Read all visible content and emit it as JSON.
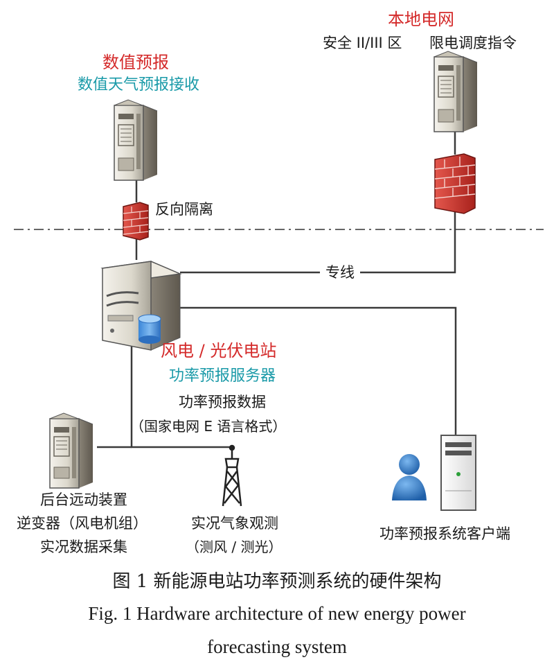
{
  "nodes": {
    "nwp": {
      "title": "数值预报",
      "subtitle": "数值天气预报接收"
    },
    "grid": {
      "title": "本地电网",
      "zone": "安全 II/III 区",
      "instruction": "限电调度指令"
    },
    "isolation": {
      "label": "反向隔离"
    },
    "dedicated_line": {
      "label": "专线"
    },
    "station": {
      "title": "风电 / 光伏电站",
      "subtitle": "功率预报服务器",
      "data_label": "功率预报数据",
      "data_format": "（国家电网 E 语言格式）"
    },
    "backend": {
      "line1": "后台远动装置",
      "line2": "逆变器（风电机组）",
      "line3": "实况数据采集"
    },
    "weather": {
      "line1": "实况气象观测",
      "line2": "（测风 / 测光）"
    },
    "client": {
      "label": "功率预报系统客户端"
    }
  },
  "caption": {
    "cn": "图 1  新能源电站功率预测系统的硬件架构",
    "en_line1": "Fig. 1  Hardware architecture of new energy power",
    "en_line2": "forecasting system"
  },
  "colors": {
    "title_red": "#d42a2a",
    "title_cyan": "#1a9aa8",
    "firewall": "#c8322c",
    "line": "#3a3a3a"
  }
}
